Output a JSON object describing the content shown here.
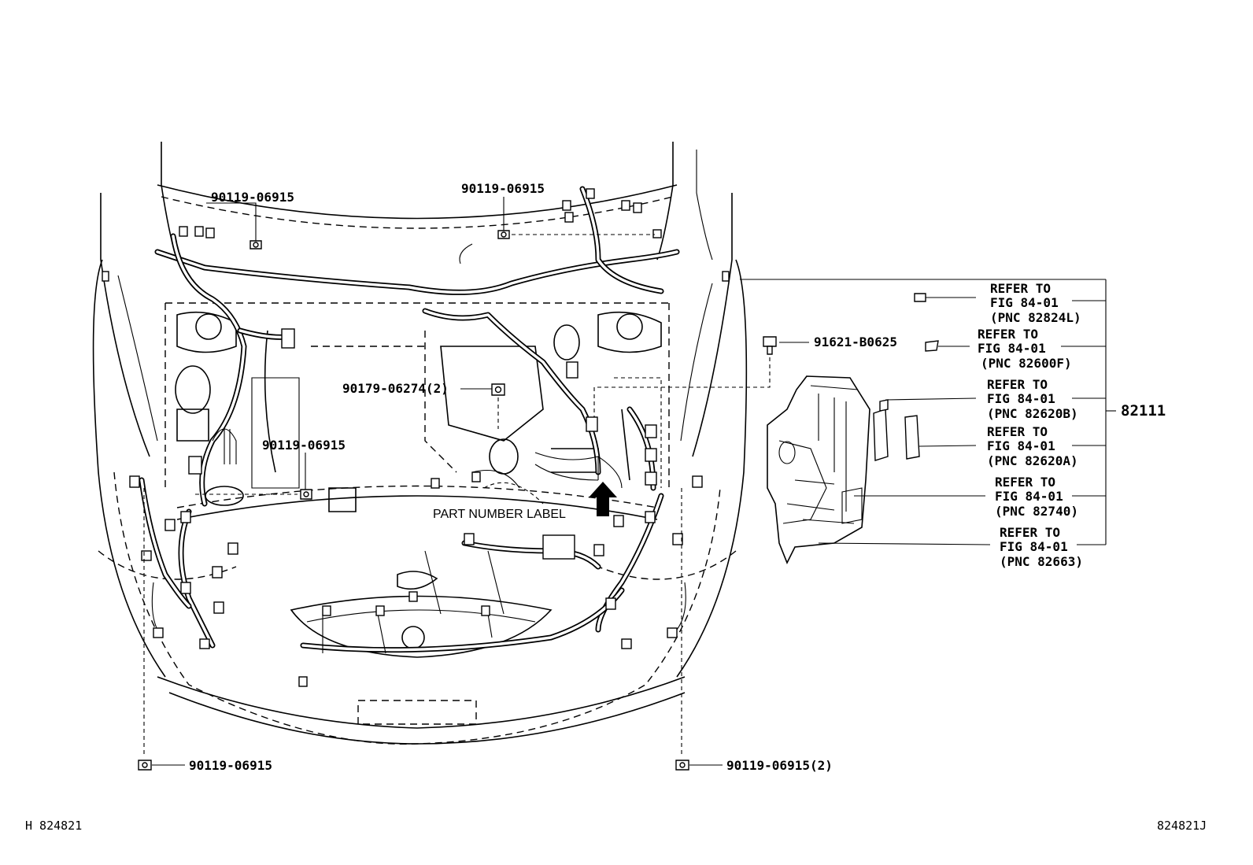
{
  "callouts": {
    "bolt_top_left": "90119-06915",
    "bolt_top_center": "90119-06915",
    "bolt_mid_left": "90119-06915",
    "nut_center": "90179-06274(2)",
    "bolt_right": "91621-B0625",
    "bolt_bottom_left": "90119-06915",
    "bolt_bottom_right": "90119-06915(2)",
    "part_number_label": "PART NUMBER LABEL",
    "assembly_number": "82111"
  },
  "references": [
    {
      "line1": "REFER TO",
      "line2": "FIG 84-01",
      "line3": "(PNC 82824L)"
    },
    {
      "line1": "REFER TO",
      "line2": "FIG 84-01",
      "line3": "(PNC 82600F)"
    },
    {
      "line1": "REFER TO",
      "line2": "FIG 84-01",
      "line3": "(PNC 82620B)"
    },
    {
      "line1": "REFER TO",
      "line2": "FIG 84-01",
      "line3": "(PNC 82620A)"
    },
    {
      "line1": "REFER TO",
      "line2": "FIG 84-01",
      "line3": "(PNC 82740)"
    },
    {
      "line1": "REFER TO",
      "line2": "FIG 84-01",
      "line3": "(PNC 82663)"
    }
  ],
  "footer": {
    "left_code": "H 824821",
    "right_code": "824821J"
  }
}
